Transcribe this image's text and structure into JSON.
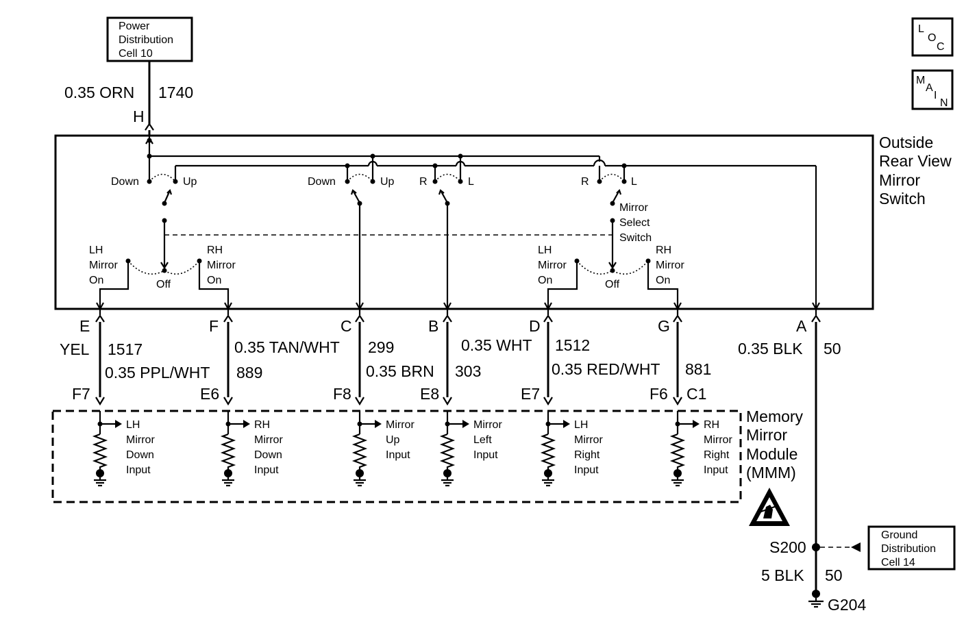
{
  "indicators": {
    "loc": [
      "L",
      "O",
      "C"
    ],
    "main": [
      "M",
      "A",
      "I",
      "N"
    ]
  },
  "power": {
    "l1": "Power",
    "l2": "Distribution",
    "l3": "Cell 10"
  },
  "top_wire": {
    "gauge": "0.35 ORN",
    "circuit": "1740",
    "pin": "H"
  },
  "switch": {
    "l1": "Outside",
    "l2": "Rear View",
    "l3": "Mirror",
    "l4": "Switch",
    "down": "Down",
    "up": "Up",
    "r": "R",
    "l": "L",
    "lh1": "LH",
    "lh2": "Mirror",
    "lh3": "On",
    "rh1": "RH",
    "rh2": "Mirror",
    "rh3": "On",
    "off": "Off",
    "sel1": "Mirror",
    "sel2": "Select",
    "sel3": "Switch"
  },
  "pins_top": [
    "E",
    "F",
    "C",
    "B",
    "D",
    "G",
    "A"
  ],
  "wires": [
    {
      "gauge": "YEL",
      "circuit": "1517"
    },
    {
      "gauge": "0.35 PPL/WHT",
      "circuit": "889"
    },
    {
      "gauge": "0.35 TAN/WHT",
      "circuit": "299"
    },
    {
      "gauge": "0.35 BRN",
      "circuit": "303"
    },
    {
      "gauge": "0.35 WHT",
      "circuit": "1512"
    },
    {
      "gauge": "0.35 RED/WHT",
      "circuit": "881"
    },
    {
      "gauge": "0.35 BLK",
      "circuit": "50"
    }
  ],
  "pins_bottom": [
    "F7",
    "E6",
    "F8",
    "E8",
    "E7",
    "F6",
    "C1"
  ],
  "inputs": [
    [
      "LH",
      "Mirror",
      "Down",
      "Input"
    ],
    [
      "RH",
      "Mirror",
      "Down",
      "Input"
    ],
    [
      "Mirror",
      "Up",
      "Input"
    ],
    [
      "Mirror",
      "Left",
      "Input"
    ],
    [
      "LH",
      "Mirror",
      "Right",
      "Input"
    ],
    [
      "RH",
      "Mirror",
      "Right",
      "Input"
    ]
  ],
  "module": {
    "l1": "Memory",
    "l2": "Mirror",
    "l3": "Module",
    "l4": "(MMM)"
  },
  "ground": {
    "splice": "S200",
    "wire_gauge": "5 BLK",
    "wire_circuit": "50",
    "point": "G204",
    "box1": "Ground",
    "box2": "Distribution",
    "box3": "Cell 14"
  },
  "colors": {
    "line": "#000000",
    "background": "#ffffff"
  }
}
